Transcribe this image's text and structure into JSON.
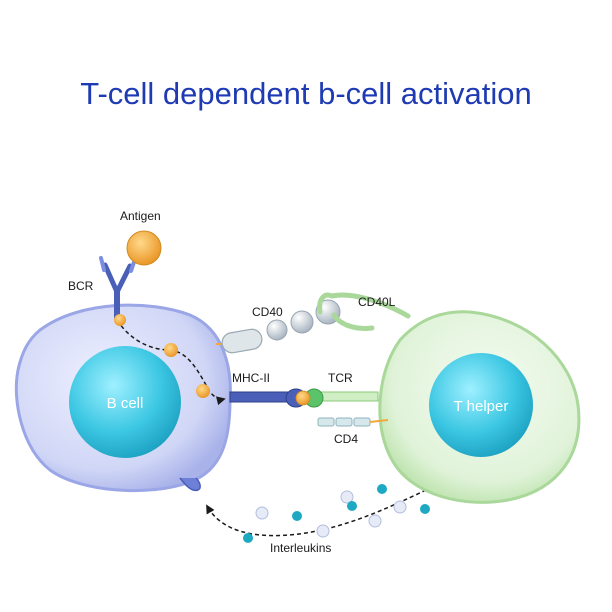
{
  "title": "T-cell dependent b-cell activation",
  "labels": {
    "antigen": "Antigen",
    "bcr": "BCR",
    "cd40": "CD40",
    "cd40l": "CD40L",
    "mhc2": "MHC-II",
    "tcr": "TCR",
    "cd4": "CD4",
    "interleukins": "Interleukins",
    "bcell": "B cell",
    "thelper": "T helper"
  },
  "colors": {
    "title": "#1f3bb3",
    "bcell_body": "#c9d0f4",
    "bcell_edge": "#9aa6e6",
    "thelper_body": "#d9f0d2",
    "thelper_edge": "#a9d89a",
    "nucleus": "#3cc7e3",
    "antigen": "#f2a93b",
    "receptor": "#4a5fb8",
    "interleukin_teal": "#1ea9c2",
    "interleukin_light": "#e6ebf7"
  }
}
